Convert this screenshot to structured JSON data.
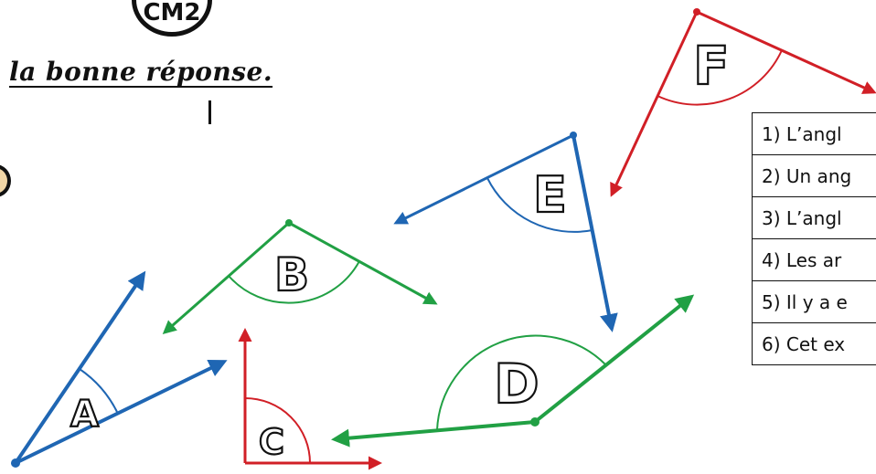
{
  "header": {
    "badge_text": "CM2",
    "title": "la bonne réponse."
  },
  "angles": [
    {
      "label": "A",
      "color": "#1f66b3"
    },
    {
      "label": "B",
      "color": "#21a044"
    },
    {
      "label": "C",
      "color": "#d11f26"
    },
    {
      "label": "D",
      "color": "#21a044"
    },
    {
      "label": "E",
      "color": "#1f66b3"
    },
    {
      "label": "F",
      "color": "#d11f26"
    }
  ],
  "questions": [
    {
      "text": "1) L’angl"
    },
    {
      "text": "2) Un ang"
    },
    {
      "text": "3) L’angl"
    },
    {
      "text": "4) Les ar"
    },
    {
      "text": "5) Il y a e"
    },
    {
      "text": "6) Cet ex"
    }
  ]
}
